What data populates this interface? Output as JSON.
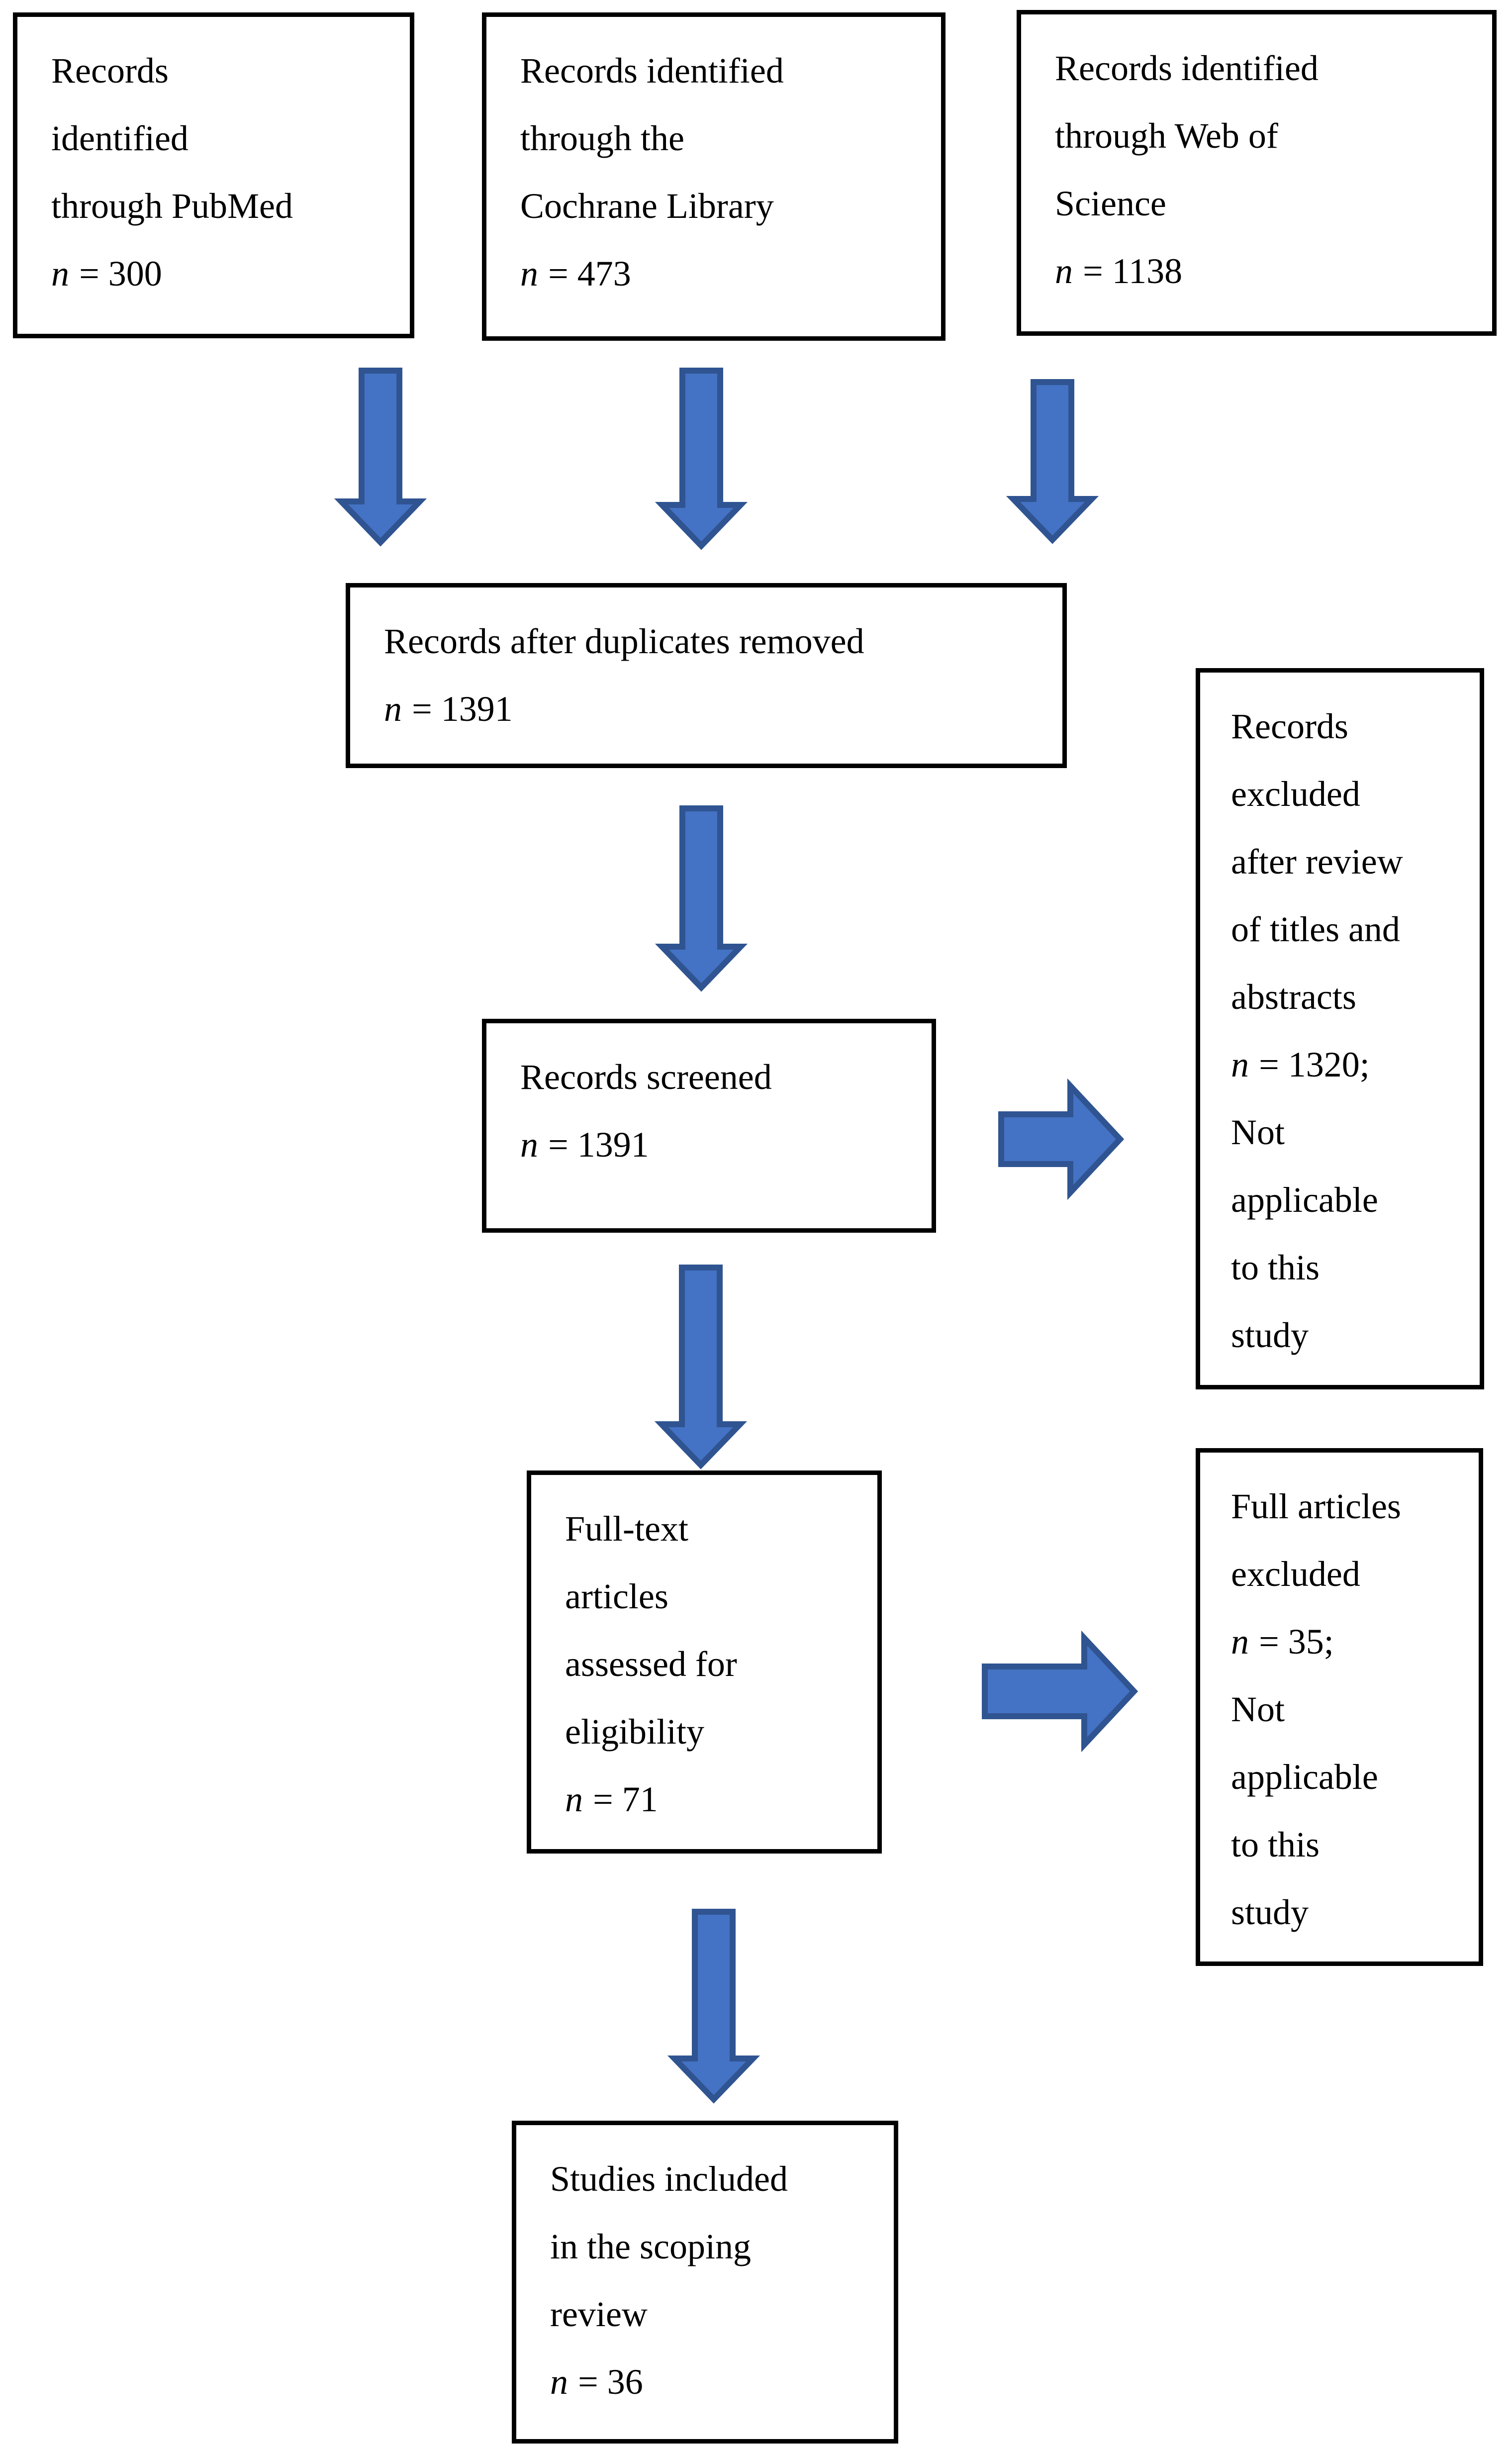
{
  "colors": {
    "background": "#FFFFFF",
    "box_border": "#000000",
    "arrow_fill": "#4472C4",
    "arrow_stroke": "#2F5491"
  },
  "boxes": {
    "pubmed": {
      "lines": [
        "Records",
        "identified",
        "through PubMed"
      ],
      "n_symbol": "n",
      "n_value": "= 300"
    },
    "cochrane": {
      "lines": [
        "Records identified",
        "through the",
        "Cochrane Library"
      ],
      "n_symbol": "n",
      "n_value": "= 473"
    },
    "web_of_science": {
      "lines": [
        "Records identified",
        "through Web of",
        "Science"
      ],
      "n_symbol": "n",
      "n_value": "= 1138"
    },
    "duplicates_removed": {
      "lines": [
        "Records after duplicates removed"
      ],
      "n_symbol": "n",
      "n_value": "= 1391"
    },
    "screened": {
      "lines": [
        "Records screened"
      ],
      "n_symbol": "n",
      "n_value": "= 1391"
    },
    "excluded_titles_abstracts": {
      "lines_before": [
        "Records",
        "excluded",
        "after review",
        "of titles and",
        "abstracts"
      ],
      "n_symbol": "n",
      "n_value": "= 1320;",
      "lines_after": [
        "Not",
        "applicable",
        "to this",
        "study"
      ]
    },
    "full_text_assessed": {
      "lines": [
        "Full-text",
        "articles",
        "assessed for",
        "eligibility"
      ],
      "n_symbol": "n",
      "n_value": "= 71"
    },
    "excluded_full_articles": {
      "lines_before": [
        "Full articles",
        "excluded"
      ],
      "n_symbol": "n",
      "n_value": "= 35;",
      "lines_after": [
        "Not",
        "applicable",
        "to this",
        "study"
      ]
    },
    "included": {
      "lines": [
        "Studies included",
        "in the scoping",
        "review"
      ],
      "n_symbol": "n",
      "n_value": "= 36"
    }
  }
}
